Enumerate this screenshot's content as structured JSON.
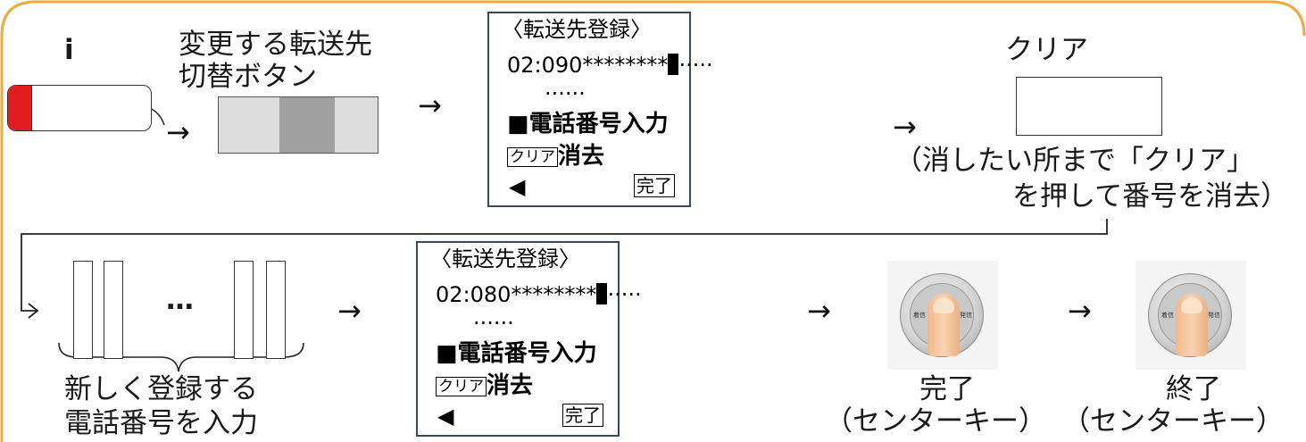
{
  "step1": {
    "label": "i"
  },
  "switch_label": [
    "変更する転送先",
    "切替ボタン"
  ],
  "arrow": "→",
  "lcd_top": {
    "title": "〈転送先登録〉",
    "number": "02:090********",
    "dots_after": "·····",
    "dots_line2": "······",
    "input_label": "■電話番号入力",
    "clear_key": "クリア",
    "delete_label": "消去",
    "back": "◀",
    "done": "完了"
  },
  "clear_step": {
    "label": "クリア",
    "note": [
      "（消したい所まで「クリア」",
      "を押して番号を消去）"
    ]
  },
  "digits": {
    "ellipsis": "…"
  },
  "new_number_label": [
    "新しく登録する",
    "電話番号を入力"
  ],
  "lcd_bottom": {
    "title": "〈転送先登録〉",
    "number": "02:080********",
    "dots_after": "·····",
    "dots_line2": "······",
    "input_label": "■電話番号入力",
    "clear_key": "クリア",
    "delete_label": "消去",
    "back": "◀",
    "done": "完了"
  },
  "center_key_1": {
    "caption": "完了",
    "sub": "（センターキー）",
    "left_label": "着信",
    "right_label": "発信"
  },
  "center_key_2": {
    "caption": "終了",
    "sub": "（センターキー）",
    "left_label": "着信",
    "right_label": "発信"
  },
  "colors": {
    "frame": "#f2a93b",
    "accent_red": "#e21d1d",
    "lcd_border": "#364a5c"
  }
}
